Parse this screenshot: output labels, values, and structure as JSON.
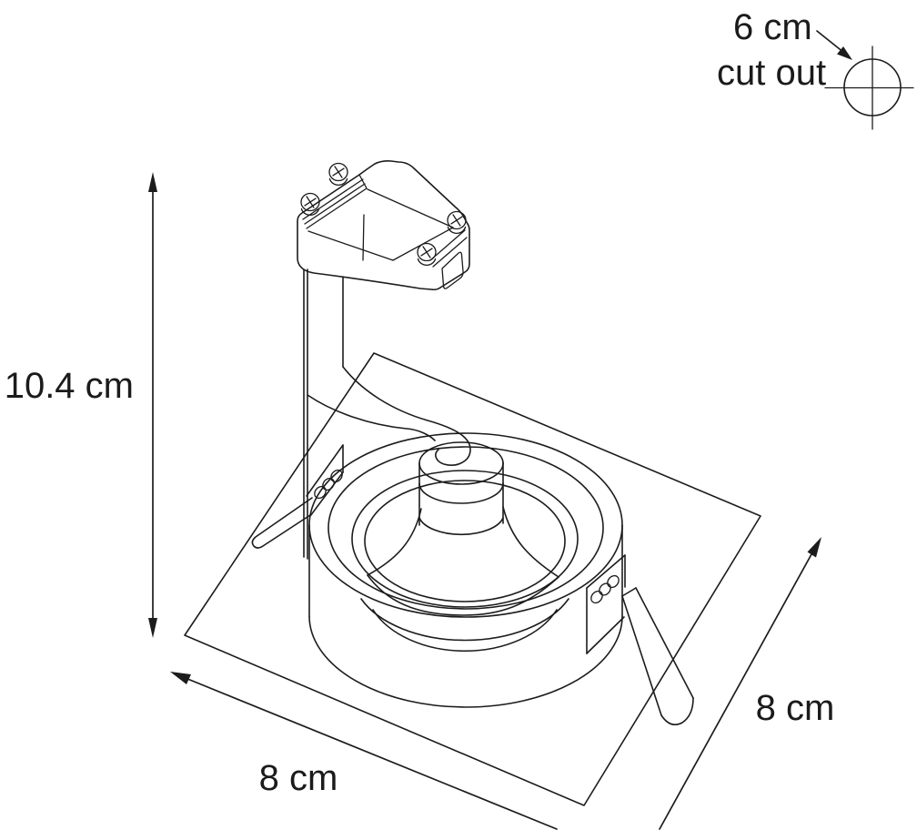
{
  "figure": {
    "kind": "technical-dimension-drawing",
    "subject": "recessed-spotlight-fixture",
    "background_color": "#ffffff",
    "line_color": "#1c1c1c",
    "text_color": "#1b1b1b"
  },
  "annotations": {
    "height_label": "10.4 cm",
    "front_width_label": "8 cm",
    "side_depth_label": "8 cm",
    "cutout_value_label": "6 cm",
    "cutout_text_label": "cut out"
  }
}
